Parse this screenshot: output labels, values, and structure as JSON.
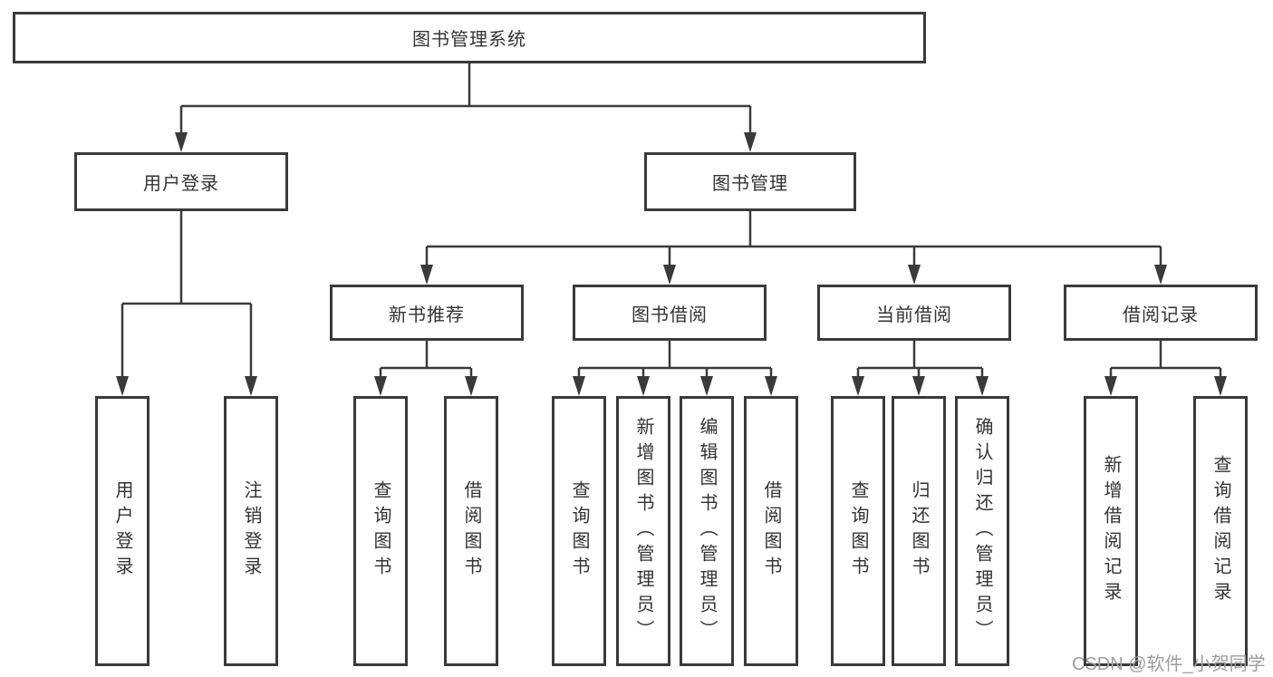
{
  "page": {
    "background_color": "#ffffff",
    "line_color": "#3a3a3a",
    "text_color": "#333333",
    "watermark_color": "#9e9e9e"
  },
  "diagram": {
    "root": {
      "label": "图书管理系统"
    },
    "level1": [
      {
        "label": "用户登录"
      },
      {
        "label": "图书管理"
      }
    ],
    "level2": [
      {
        "label": "新书推荐"
      },
      {
        "label": "图书借阅"
      },
      {
        "label": "当前借阅"
      },
      {
        "label": "借阅记录"
      }
    ],
    "leaves": {
      "user_login": [
        {
          "label": "用户登录"
        },
        {
          "label": "注销登录"
        }
      ],
      "new_book": [
        {
          "label": "查询图书"
        },
        {
          "label": "借阅图书"
        }
      ],
      "book_borrow": [
        {
          "label": "查询图书"
        },
        {
          "label": "新增图书（管理员）"
        },
        {
          "label": "编辑图书（管理员）"
        },
        {
          "label": "借阅图书"
        }
      ],
      "current_borrow": [
        {
          "label": "查询图书"
        },
        {
          "label": "归还图书"
        },
        {
          "label": "确认归还（管理员）"
        }
      ],
      "borrow_record": [
        {
          "label": "新增借阅记录"
        },
        {
          "label": "查询借阅记录"
        }
      ]
    }
  },
  "watermark": {
    "text": "CSDN @软件_小贺同学"
  }
}
